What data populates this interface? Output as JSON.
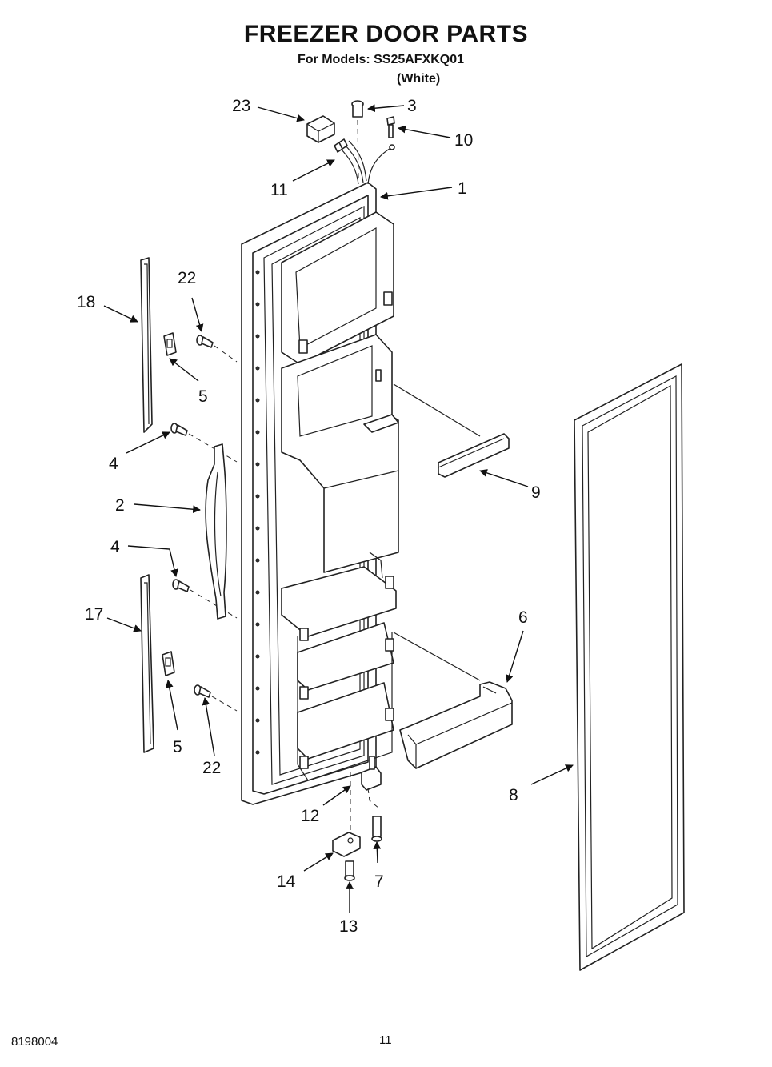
{
  "header": {
    "title": "FREEZER DOOR PARTS",
    "models": "For Models: SS25AFXKQ01",
    "variant": "(White)"
  },
  "footer": {
    "document_number": "8198004",
    "page_number": "11"
  },
  "callouts": {
    "c1": "1",
    "c2": "2",
    "c3": "3",
    "c4a": "4",
    "c4b": "4",
    "c5a": "5",
    "c5b": "5",
    "c6": "6",
    "c7": "7",
    "c8": "8",
    "c9": "9",
    "c10": "10",
    "c11": "11",
    "c12": "12",
    "c13": "13",
    "c14": "14",
    "c17": "17",
    "c18": "18",
    "c22a": "22",
    "c22b": "22",
    "c23": "23"
  }
}
